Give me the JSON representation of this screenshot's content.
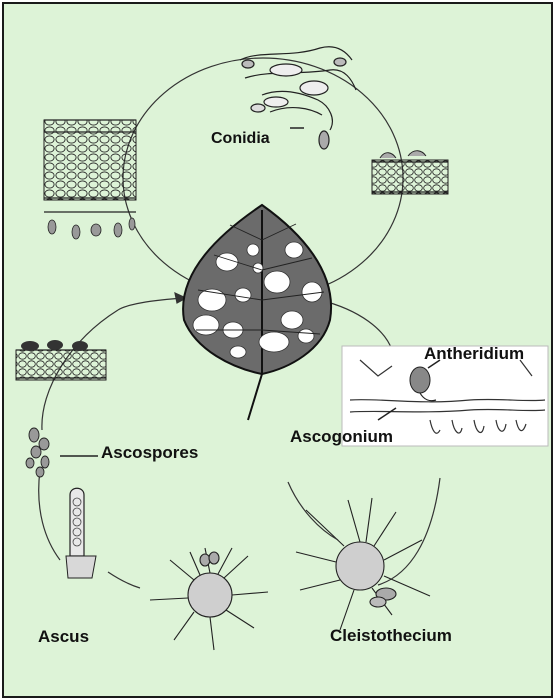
{
  "colors": {
    "background": "#ddf3d7",
    "border": "#1a1a1a",
    "ink": "#1a1a1a",
    "lesion": "#ffffff",
    "inset_background": "#ffffff"
  },
  "icons": [
    "leaf-icon",
    "conidiophore-icon",
    "leaf-section-icon",
    "ascospore-icon",
    "ascus-icon",
    "cleistothecium-icon",
    "sex-organs-icon"
  ],
  "labels": {
    "conidia": "Conidia",
    "antheridium": "Antheridium",
    "ascogonium": "Ascogonium",
    "ascospores": "Ascospores",
    "ascus": "Ascus",
    "cleistothecium": "Cleistothecium"
  }
}
